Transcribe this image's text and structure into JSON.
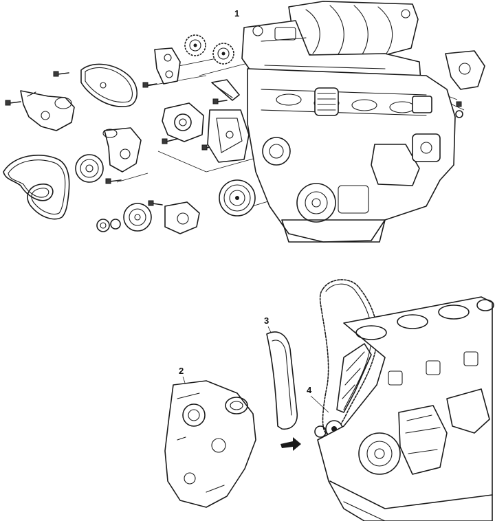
{
  "callouts": {
    "c1": "1",
    "c2": "2",
    "c3": "3",
    "c4": "4"
  },
  "colors": {
    "ink": "#1a1a1a",
    "paper": "#ffffff"
  }
}
